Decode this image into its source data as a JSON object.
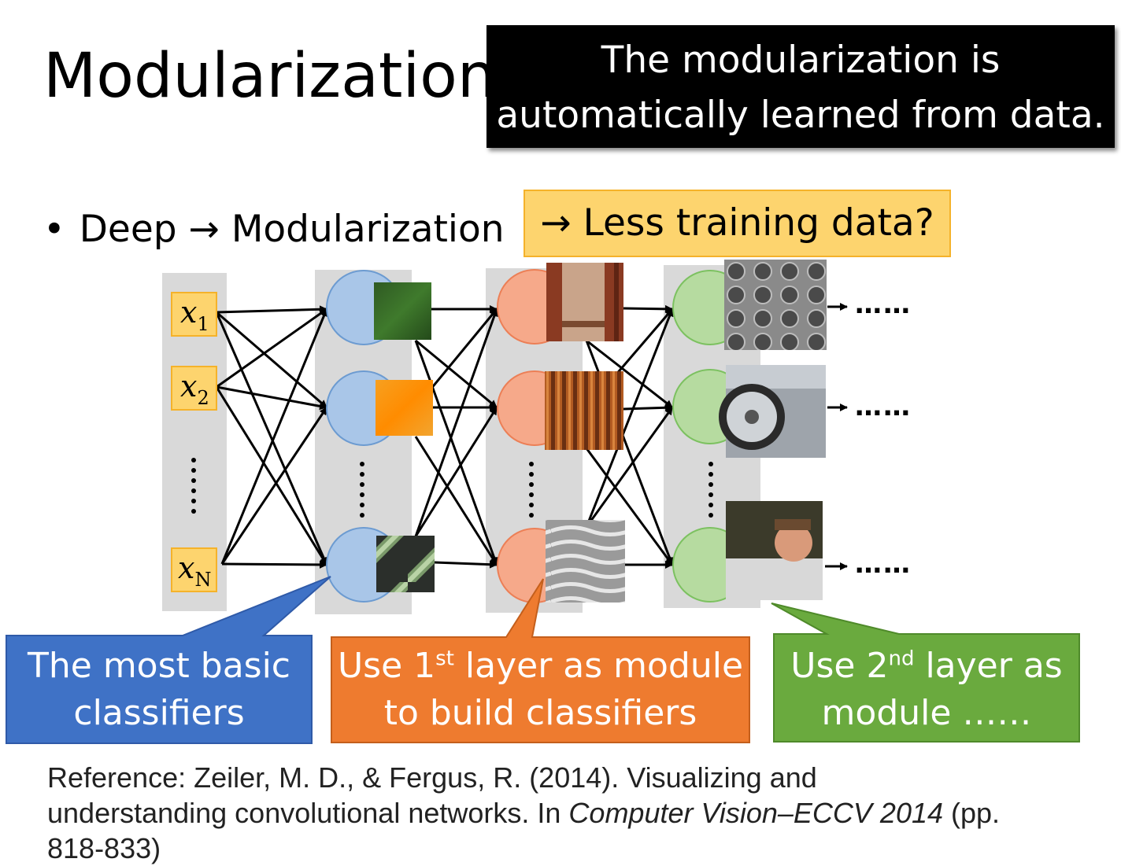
{
  "title": "Modularization",
  "notes": {
    "black_line1": "The modularization is",
    "black_line2": "automatically learned from data.",
    "yellow": "→ Less training data?"
  },
  "bullet": "Deep → Modularization",
  "inputs": {
    "x1_var": "x",
    "x1_sub": "1",
    "x2_var": "x",
    "x2_sub": "2",
    "xn_var": "x",
    "xn_sub": "N"
  },
  "output_dots": [
    "……",
    "……",
    "……"
  ],
  "callouts": {
    "blue_line1": "The most basic",
    "blue_line2": "classifiers",
    "orange_pre": "Use 1",
    "orange_sup": "st",
    "orange_post": " layer as module",
    "orange_line2": "to build classifiers",
    "green_pre": "Use 2",
    "green_sup": "nd",
    "green_post": " layer as",
    "green_line2": "module ……"
  },
  "reference": {
    "line1": "Reference: Zeiler, M. D., & Fergus, R. (2014). Visualizing and",
    "line2_pre": "understanding convolutional networks. In ",
    "line2_italic": "Computer Vision–ECCV 2014",
    "line2_post": " (pp.",
    "line3": "818-833)"
  },
  "colors": {
    "blue_node": "#a9c6e8",
    "orange_node": "#f6a98a",
    "green_node": "#b6dba0",
    "blue_callout": "#3f72c6",
    "orange_callout": "#ee7b2f",
    "green_callout": "#6aaa3e",
    "input_box": "#fdd46e",
    "layer_bg": "#d9d9d9"
  }
}
